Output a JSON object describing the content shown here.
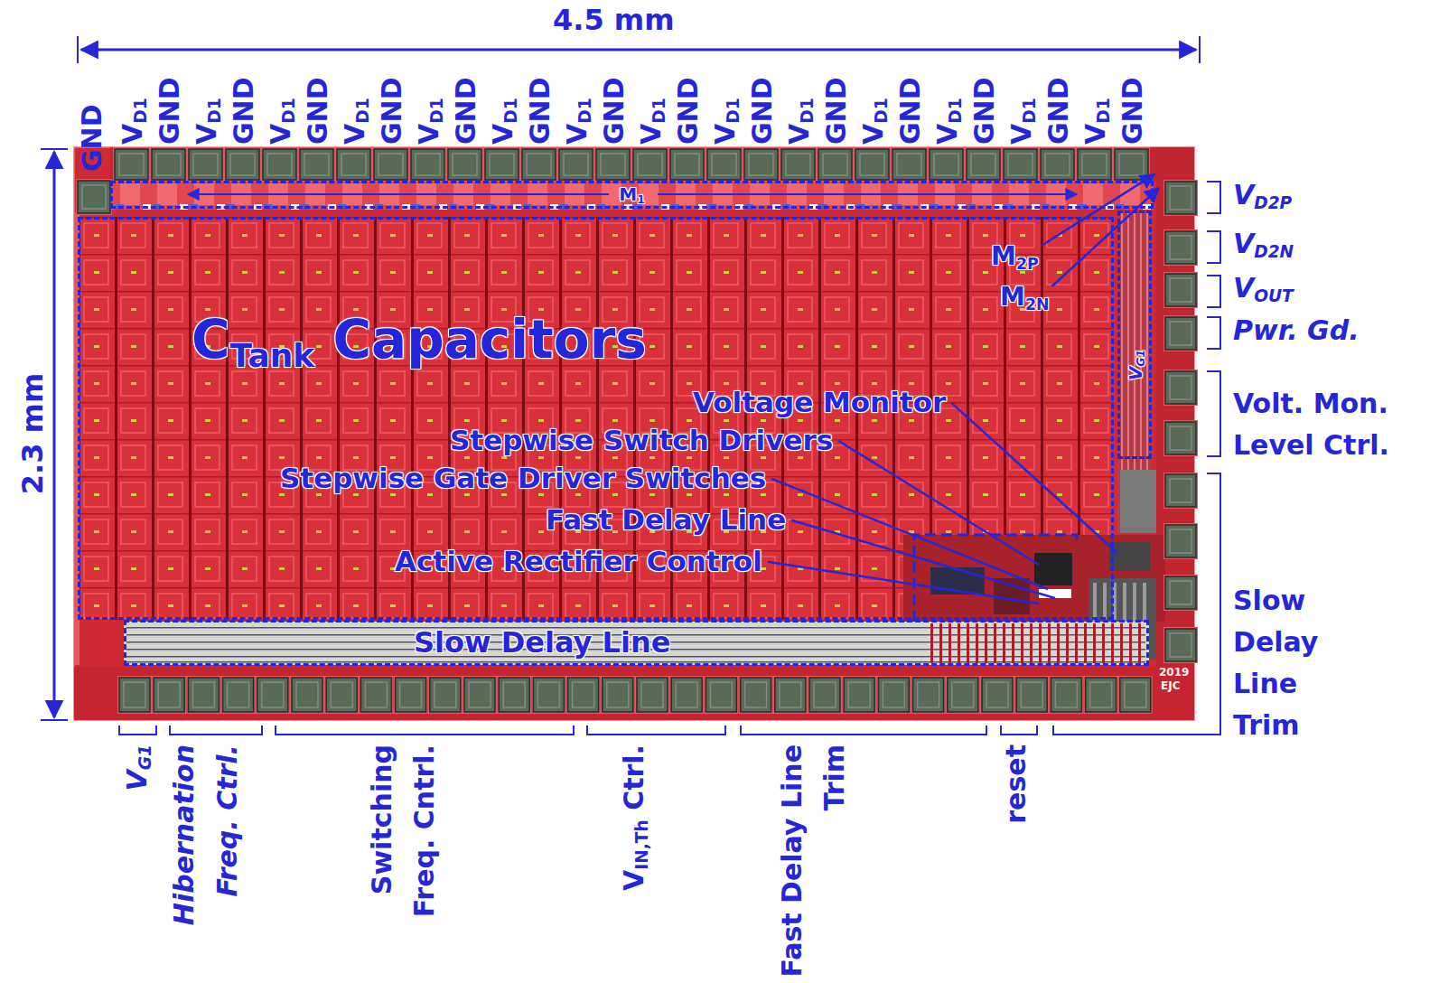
{
  "diagram": {
    "nodes": [
      {
        "text": [
          "M1"
        ]
      },
      {
        "text": [
          "CTank Capacitors"
        ]
      },
      {
        "text": [
          "VG1"
        ]
      },
      {
        "text": [
          "Slow Delay Line"
        ]
      }
    ],
    "labels": [
      "4.5 mm",
      "2.3 mm",
      "GND",
      "VD1",
      "GND",
      "VD1",
      "GND",
      "VD1",
      "GND",
      "VD1",
      "GND",
      "VD1",
      "GND",
      "VD1",
      "GND",
      "VD1",
      "GND",
      "VD1",
      "GND",
      "VD1",
      "GND",
      "VD1",
      "GND",
      "VD1",
      "GND",
      "VD1",
      "GND",
      "VD1",
      "GND",
      "VD1",
      "GND",
      "VD2P",
      "VD2N",
      "VOUT",
      "Pwr. Gd.",
      "Volt. Mon. Level Ctrl.",
      "Slow Delay Line Trim",
      "VG1",
      "Hibernation Freq. Ctrl.",
      "Switching Freq. Cntrl.",
      "VIN,Th Ctrl.",
      "Fast Delay Line Trim",
      "reset",
      "M2P",
      "M2N",
      "Voltage Monitor",
      "Stepwise Switch Drivers",
      "Stepwise Gate Driver Switches",
      "Fast Delay Line",
      "Active Rectifier Control",
      "2019",
      "EJC"
    ]
  }
}
